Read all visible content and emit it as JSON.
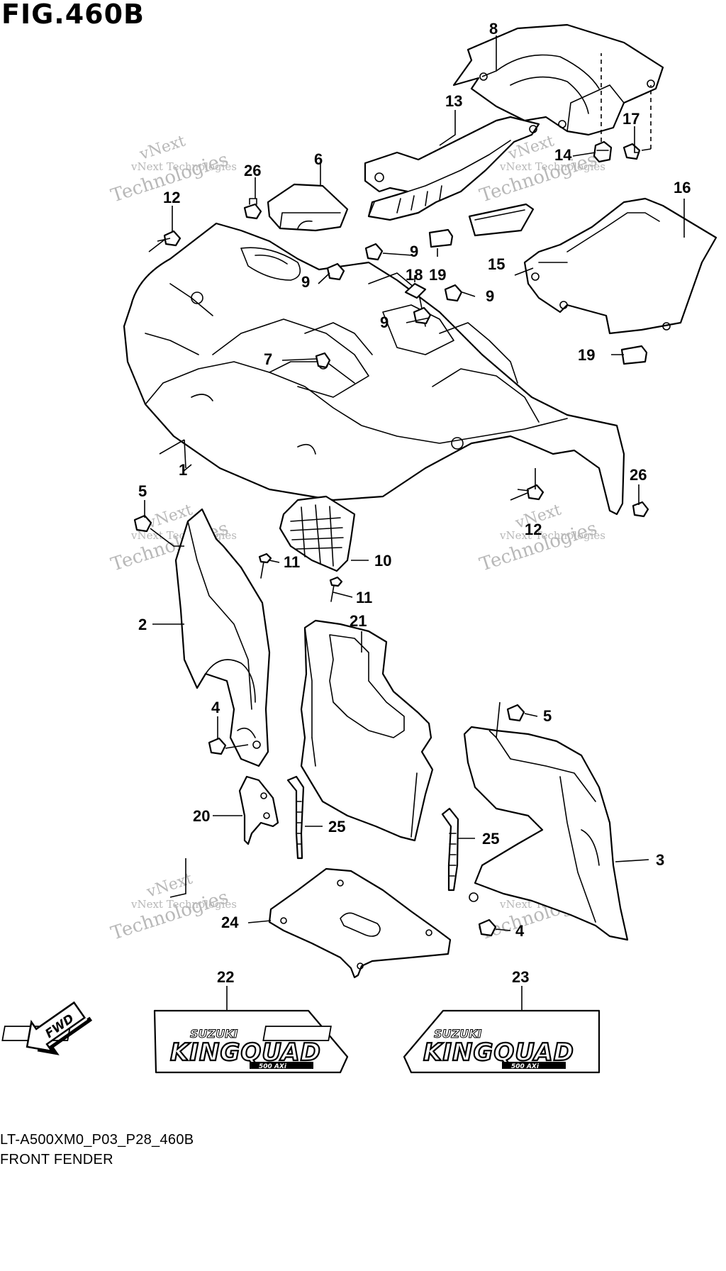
{
  "figure": {
    "title": "FIG.460B",
    "code": "LT-A500XM0_P03_P28_460B",
    "caption": "FRONT FENDER"
  },
  "watermark": {
    "line1": "vNext Technologies",
    "line2": "vNext",
    "line3": "Technologies"
  },
  "fwd_label": "FWD",
  "decal": {
    "brand": "SUZUKI",
    "model": "KINGQUAD",
    "sub": "500 AXi"
  },
  "callouts": {
    "c1": "1",
    "c2": "2",
    "c3": "3",
    "c4a": "4",
    "c4b": "4",
    "c5a": "5",
    "c5b": "5",
    "c6": "6",
    "c7": "7",
    "c8": "8",
    "c9a": "9",
    "c9b": "9",
    "c9c": "9",
    "c9d": "9",
    "c10": "10",
    "c11a": "11",
    "c11b": "11",
    "c12a": "12",
    "c12b": "12",
    "c13": "13",
    "c14": "14",
    "c15": "15",
    "c16": "16",
    "c17": "17",
    "c18": "18",
    "c19a": "19",
    "c19b": "19",
    "c20": "20",
    "c21": "21",
    "c22": "22",
    "c23": "23",
    "c24": "24",
    "c25a": "25",
    "c25b": "25",
    "c26a": "26",
    "c26b": "26"
  }
}
